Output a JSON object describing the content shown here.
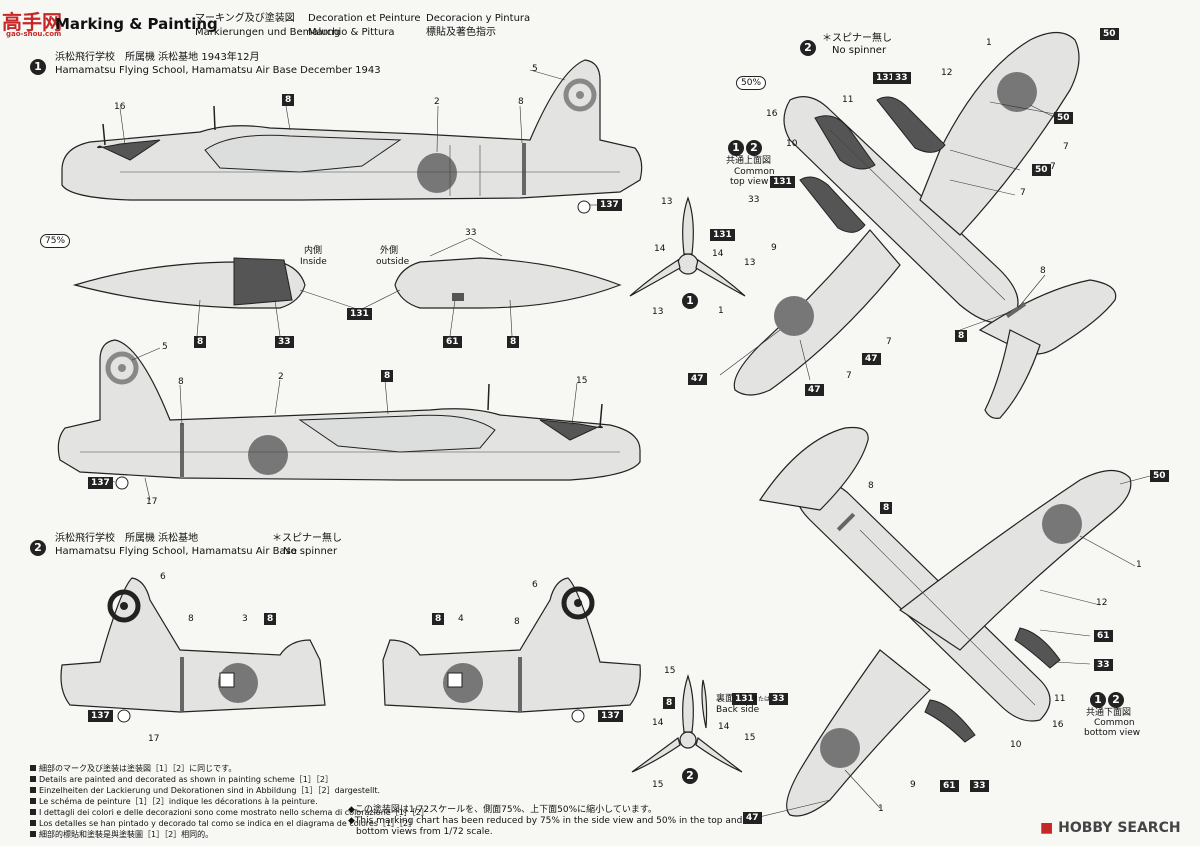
{
  "header": {
    "logo_text": "高手网",
    "logo_url": "gao-shou.com",
    "title": "Marking & Painting",
    "lang_ja": "マーキング及び塗装図",
    "lang_de": "Markierungen und Bemalung",
    "lang_fr": "Decoration et Peinture",
    "lang_it": "Marchio & Pittura",
    "lang_es": "Decoracion y Pintura",
    "lang_zh": "標貼及著色指示"
  },
  "scheme1": {
    "num": "1",
    "title_ja": "浜松飛行学校　所属機 浜松基地 1943年12月",
    "title_en": "Hamamatsu Flying School, Hamamatsu Air Base December 1943"
  },
  "scheme2": {
    "num": "2",
    "title_ja": "浜松飛行学校　所属機 浜松基地",
    "title_en": "Hamamatsu Flying School, Hamamatsu Air Base",
    "spinner_ja": "＊スピナー無し",
    "spinner_en": "No spinner"
  },
  "top_right": {
    "num": "2",
    "spinner_ja": "＊スピナー無し",
    "spinner_en": "No spinner"
  },
  "scale": {
    "p75": "75%",
    "p50": "50%"
  },
  "nacelle": {
    "inside_ja": "内側",
    "inside_en": "Inside",
    "outside_ja": "外側",
    "outside_en": "outside"
  },
  "top_view": {
    "nums": "12",
    "ja": "共通上面図",
    "en1": "Common",
    "en2": "top view"
  },
  "bottom_view": {
    "nums": "12",
    "ja": "共通下面図",
    "en1": "Common",
    "en2": "bottom view"
  },
  "prop_back": {
    "ja": "裏面",
    "en": "Back side",
    "a": "131",
    "or_ja": "または",
    "or_en": "or",
    "b": "33"
  },
  "callouts": {
    "c1": "1",
    "c2": "2",
    "c3": "3",
    "c4": "4",
    "c5": "5",
    "c6": "6",
    "c7": "7",
    "c8": "8",
    "c9": "9",
    "c10": "10",
    "c11": "11",
    "c12": "12",
    "c13": "13",
    "c14": "14",
    "c15": "15",
    "c16": "16",
    "c17": "17",
    "c33": "33",
    "c47": "47",
    "c50": "50",
    "c61": "61",
    "c131": "131",
    "c137": "137"
  },
  "notes": [
    "細部のマーク及び塗装は塗装図［1］［2］に同じです。",
    "Details are painted and decorated as shown in painting scheme［1］［2］",
    "Einzelheiten der Lackierung und Dekorationen sind in Abbildung［1］［2］dargestellt.",
    "Le schéma de peinture［1］［2］indique les décorations à la peinture.",
    "I dettagli dei colori e delle decorazioni sono come mostrato nello schema di colorazione［1］［2］",
    "Los detalles se han pintado y decorado tal como se indica en el diagrama de colores［1］［2］",
    "細部的標貼和塗裝是與塗裝圖［1］［2］相同的。"
  ],
  "scale_note": {
    "ja": "◆この塗装図は1/72スケールを、側面75%、上下面50%に縮小しています。",
    "en1": "◆This marking chart has been reduced by 75% in the side view and 50% in the top and",
    "en2": "bottom views from 1/72 scale."
  },
  "footer_logo": "HOBBY SEARCH",
  "colors": {
    "ink": "#222222",
    "paper": "#f7f7f4",
    "aircraft": "#e3e4e2",
    "hinomaru": "#777777",
    "dark": "#555555",
    "watermark": "#c62828"
  }
}
